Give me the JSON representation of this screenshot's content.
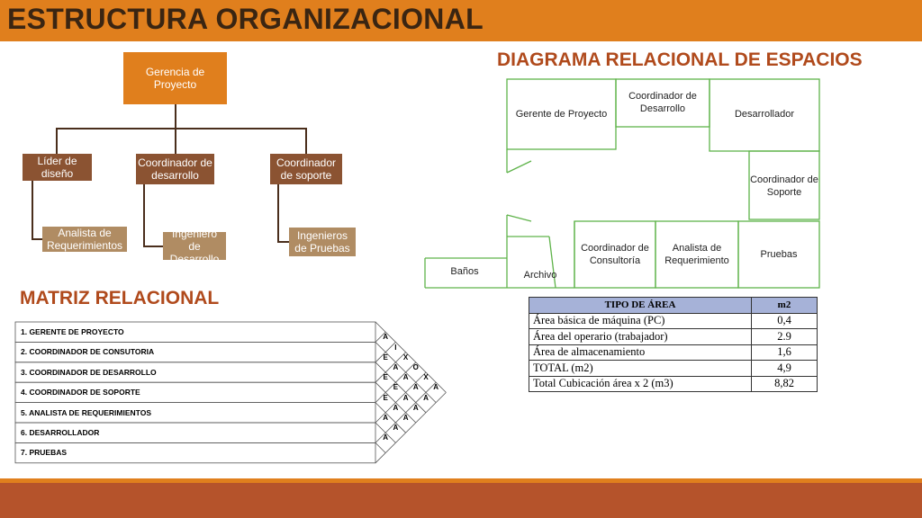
{
  "header": {
    "title": "ESTRUCTURA ORGANIZACIONAL"
  },
  "org_chart": {
    "top": "Gerencia de Proyecto",
    "level2": [
      "Líder de diseño",
      "Coordinador de desarrollo",
      "Coordinador de soporte"
    ],
    "level3": [
      "Analista de Requerimientos",
      "Ingeniero de Desarrollo",
      "Ingenieros de Pruebas"
    ]
  },
  "diagram": {
    "title": "DIAGRAMA RELACIONAL DE ESPACIOS",
    "rooms": {
      "gerente": "Gerente de Proyecto",
      "coord_desarrollo": "Coordinador de Desarrollo",
      "desarrollador": "Desarrollador",
      "coord_soporte": "Coordinador de Soporte",
      "coord_consultoria": "Coordinador de Consultoría",
      "analista": "Analista de Requerimiento",
      "pruebas": "Pruebas",
      "banos": "Baños",
      "archivo": "Archivo"
    },
    "line_color": "#5fb34a"
  },
  "area_table": {
    "headers": [
      "TIPO DE ÁREA",
      "m2"
    ],
    "rows": [
      [
        "Área básica de máquina (PC)",
        "0,4"
      ],
      [
        "Área del operario (trabajador)",
        "2.9"
      ],
      [
        "Área de almacenamiento",
        "1,6"
      ],
      [
        "TOTAL (m2)",
        "4,9"
      ],
      [
        "Total Cubicación área x 2 (m3)",
        "8,82"
      ]
    ]
  },
  "matrix": {
    "title": "MATRIZ RELACIONAL",
    "items": [
      "1. GERENTE DE PROYECTO",
      "2. COORDINADOR DE CONSUTORIA",
      "3. COORDINADOR DE DESARROLLO",
      "4. COORDINADOR DE SOPORTE",
      "5. ANALISTA DE REQUERIMIENTOS",
      "6. DESARROLLADOR",
      "7. PRUEBAS"
    ],
    "pairs": [
      {
        "pair": "1-2",
        "code": "A"
      },
      {
        "pair": "1-3",
        "code": "I"
      },
      {
        "pair": "1-4",
        "code": "X"
      },
      {
        "pair": "1-5",
        "code": "O"
      },
      {
        "pair": "1-6",
        "code": "X"
      },
      {
        "pair": "1-7",
        "code": "A"
      },
      {
        "pair": "2-3",
        "code": "E"
      },
      {
        "pair": "2-4",
        "code": "A"
      },
      {
        "pair": "2-5",
        "code": "A"
      },
      {
        "pair": "2-6",
        "code": "A"
      },
      {
        "pair": "2-7",
        "code": "A"
      },
      {
        "pair": "3-4",
        "code": "E"
      },
      {
        "pair": "3-5",
        "code": "E"
      },
      {
        "pair": "3-6",
        "code": "A"
      },
      {
        "pair": "3-7",
        "code": "A"
      },
      {
        "pair": "4-5",
        "code": "E"
      },
      {
        "pair": "4-6",
        "code": "A"
      },
      {
        "pair": "4-7",
        "code": "A"
      },
      {
        "pair": "5-6",
        "code": "A"
      },
      {
        "pair": "5-7",
        "code": "A"
      },
      {
        "pair": "6-7",
        "code": "A"
      }
    ]
  },
  "colors": {
    "header": "#e07f1d",
    "footer": "#b5532b",
    "section_title": "#b04a1c",
    "org_level2": "#8b5332",
    "org_level3": "#b08c63",
    "table_header": "#a6b2d8"
  }
}
